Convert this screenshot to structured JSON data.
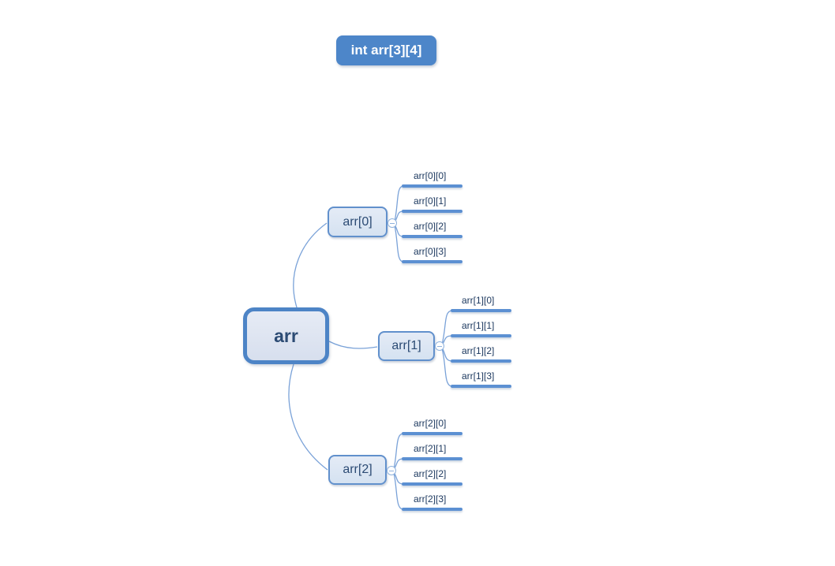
{
  "floating_topic": {
    "label": "int arr[3][4]"
  },
  "root": {
    "label": "arr"
  },
  "branches": [
    {
      "label": "arr[0]",
      "leaves": [
        "arr[0][0]",
        "arr[0][1]",
        "arr[0][2]",
        "arr[0][3]"
      ]
    },
    {
      "label": "arr[1]",
      "leaves": [
        "arr[1][0]",
        "arr[1][1]",
        "arr[1][2]",
        "arr[1][3]"
      ]
    },
    {
      "label": "arr[2]",
      "leaves": [
        "arr[2][0]",
        "arr[2][1]",
        "arr[2][2]",
        "arr[2][3]"
      ]
    }
  ],
  "icons": {
    "collapse": "minus-in-circle"
  },
  "colors": {
    "floating_topic_fill": "#4d86c9",
    "floating_topic_text": "#ffffff",
    "root_border": "#4d84c6",
    "root_fill": "#dce3f0",
    "branch_border": "#6190cc",
    "branch_fill": "#dbe5f2",
    "connector": "#7aa2d8",
    "leaf_underline": "#5c90d2",
    "topic_text": "#2c4b74",
    "leaf_text": "#1e3a60",
    "background": "#ffffff"
  }
}
